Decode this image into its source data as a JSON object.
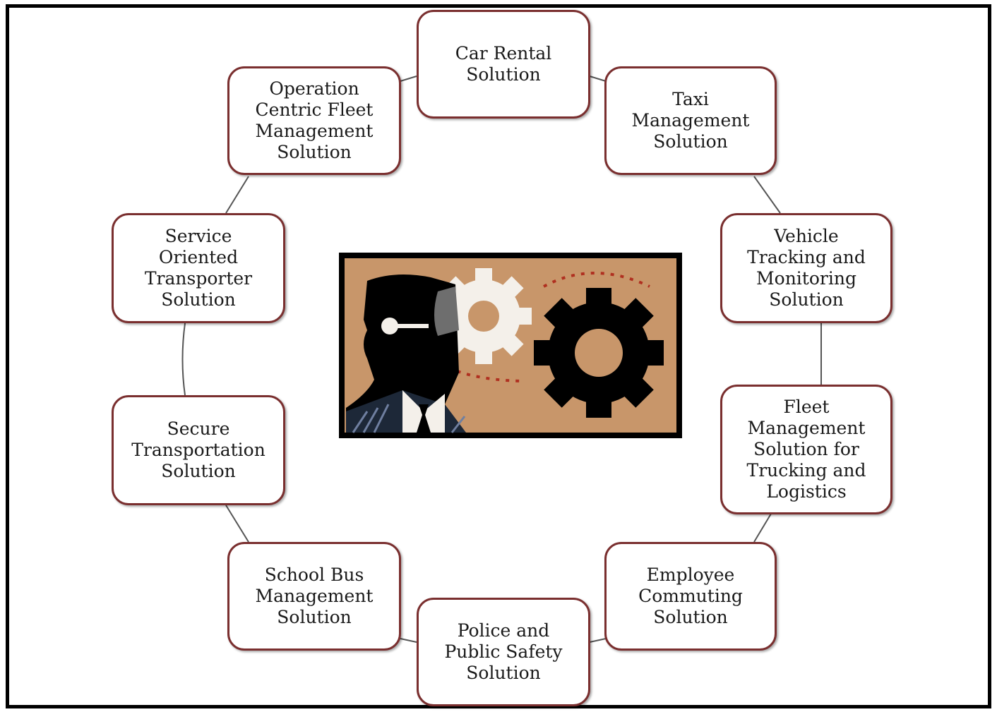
{
  "diagram": {
    "title": "",
    "colors": {
      "node_border": "#7a2f2f",
      "connector": "#555555",
      "art_background": "#c8966a",
      "art_frame": "#000000"
    },
    "center_image": {
      "icon": "businessman-with-gears-icon"
    },
    "nodes": [
      {
        "id": "car-rental",
        "label": "Car Rental\nSolution"
      },
      {
        "id": "taxi",
        "label": "Taxi\nManagement\nSolution"
      },
      {
        "id": "vehicle-tracking",
        "label": "Vehicle\nTracking and\nMonitoring\nSolution"
      },
      {
        "id": "fleet-trucking",
        "label": "Fleet\nManagement\nSolution for\nTrucking and\nLogistics"
      },
      {
        "id": "employee-commuting",
        "label": "Employee\nCommuting\nSolution"
      },
      {
        "id": "police-safety",
        "label": "Police and\nPublic Safety\nSolution"
      },
      {
        "id": "school-bus",
        "label": "School Bus\nManagement\nSolution"
      },
      {
        "id": "secure-transport",
        "label": "Secure\nTransportation\nSolution"
      },
      {
        "id": "service-transporter",
        "label": "Service\nOriented\nTransporter\nSolution"
      },
      {
        "id": "operation-fleet",
        "label": "Operation\nCentric Fleet\nManagement\nSolution"
      }
    ]
  }
}
